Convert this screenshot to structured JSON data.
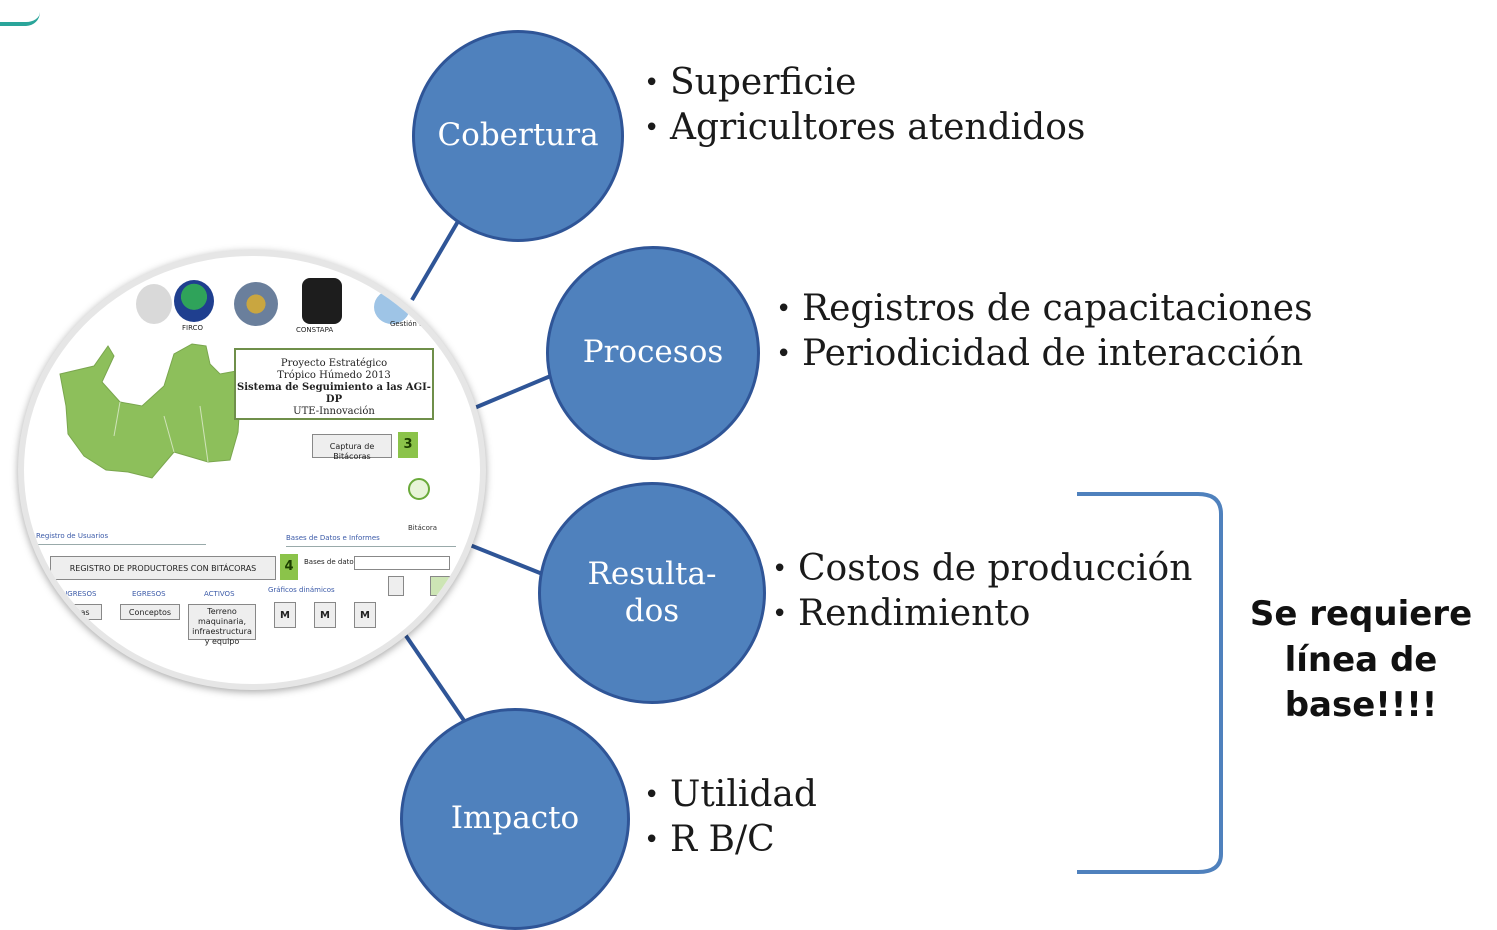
{
  "nodes": [
    {
      "id": "cobertura",
      "label": "Cobertura",
      "items": [
        "Superficie",
        "Agricultores atendidos"
      ]
    },
    {
      "id": "procesos",
      "label": "Procesos",
      "items": [
        "Registros de capacitaciones",
        "Periodicidad de interacción"
      ]
    },
    {
      "id": "resultados",
      "label": "Resulta-\ndos",
      "items": [
        "Costos de producción",
        "Rendimiento"
      ]
    },
    {
      "id": "impacto",
      "label": "Impacto",
      "items": [
        "Utilidad",
        "R B/C"
      ]
    }
  ],
  "callout": "Se requiere línea de base!!!!",
  "thumbnail": {
    "logos": [
      "FIRCO",
      "CONSTAPA",
      "Gestión de la Innovación"
    ],
    "title_lines": [
      "Proyecto Estratégico",
      "Trópico Húmedo 2013",
      "Sistema de Seguimiento a las AGI-DP",
      "UTE-Innovación"
    ],
    "capture_button": "Captura de Bitácoras",
    "capture_number": "3",
    "registry_label": "Registro de Usuarios",
    "registry_button": "REGISTRO DE PRODUCTORES CON BITÁCORAS",
    "registry_number": "4",
    "db_label": "Bases de Datos e Informes",
    "db_field": "Bases de datos",
    "graphs_label": "Gráficos dinámicos",
    "col_ingresos": "INGRESOS",
    "col_egresos": "EGRESOS",
    "col_activos": "ACTIVOS",
    "btn_conceptos": "Conceptos",
    "btn_activos": "Terreno maquinaria, infraestructura y equipo",
    "btn_ingresos": "Ventas",
    "salir": "Bitácora",
    "graph_icon": "M"
  },
  "colors": {
    "bubble": "#4f81bd",
    "bubble_border": "#2f5597",
    "connector": "#2f5597",
    "bracket": "#4f81bd",
    "map_green": "#8dbf5b"
  }
}
